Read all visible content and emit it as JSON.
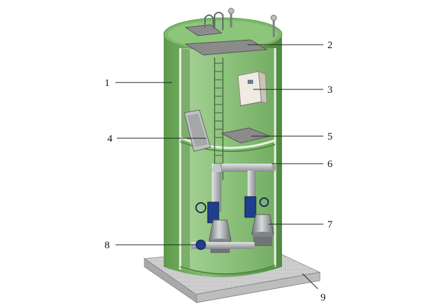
{
  "diagram": {
    "subject": "prefabricated pump station cutaway",
    "colors": {
      "shell": "#6fa65c",
      "shell_dark": "#4e8440",
      "interior": "#8cc27c",
      "base": "#c8c8c8",
      "grating": "#8a8a8a",
      "pipe": "#b4b8b8",
      "pump_body": "#9aa0a0",
      "valve_blue": "#1f3f8a",
      "cabinet": "#e8e4dc"
    },
    "callouts": [
      {
        "id": "1",
        "label": "1"
      },
      {
        "id": "2",
        "label": "2"
      },
      {
        "id": "3",
        "label": "3"
      },
      {
        "id": "4",
        "label": "4"
      },
      {
        "id": "5",
        "label": "5"
      },
      {
        "id": "6",
        "label": "6"
      },
      {
        "id": "7",
        "label": "7"
      },
      {
        "id": "8",
        "label": "8"
      },
      {
        "id": "9",
        "label": "9"
      }
    ]
  }
}
